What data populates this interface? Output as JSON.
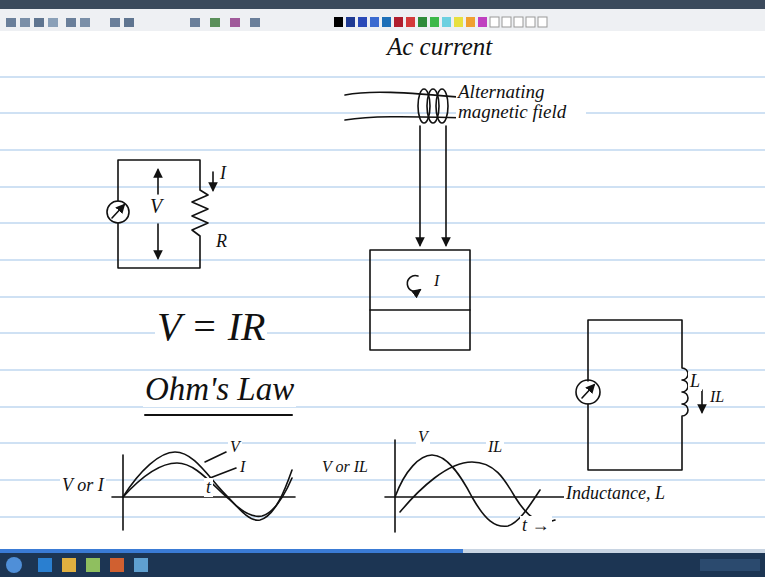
{
  "diagram": {
    "labels": [
      "V",
      "I",
      "R",
      "Ac current",
      "Alternating magnetic field",
      "V = IR",
      "Ohm's Law",
      "L",
      "IL",
      "V or I",
      "V",
      "I",
      "t",
      "I",
      "V or IL",
      "V",
      "IL",
      "Inductance, L",
      "t →"
    ]
  }
}
